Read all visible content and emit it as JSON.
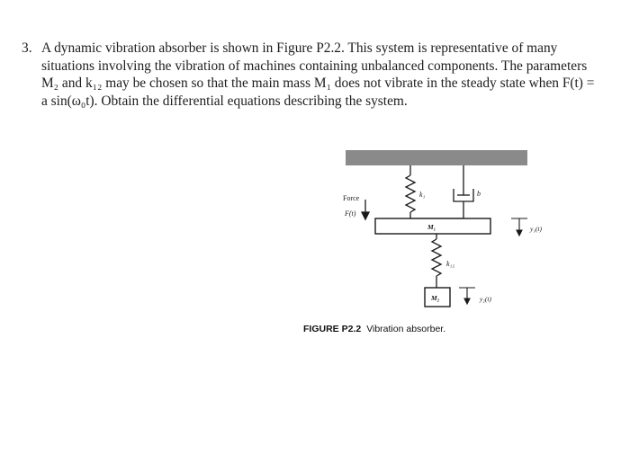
{
  "problem": {
    "number": "3.",
    "text": "A dynamic vibration absorber is shown in Figure P2.2. This system is representative of many situations involving the vibration of machines containing unbalanced components. The parameters M₂ and k₁₂ may be chosen so that the main mass M₁ does not vibrate in the steady state when F(t) = a sin(ω₀t). Obtain the differential equations describing the system."
  },
  "figure": {
    "labels": {
      "force": "Force",
      "force_symbol": "F(t)",
      "k1": "k₁",
      "b": "b",
      "m1": "M₁",
      "y1": "y₁(t)",
      "k12": "k₁₂",
      "m2": "M₂",
      "y2": "y₂(t)"
    },
    "caption": {
      "label": "FIGURE P2.2",
      "text": "Vibration absorber."
    },
    "colors": {
      "ground": "#8a8a8a",
      "lines": "#1a1a1a"
    }
  }
}
